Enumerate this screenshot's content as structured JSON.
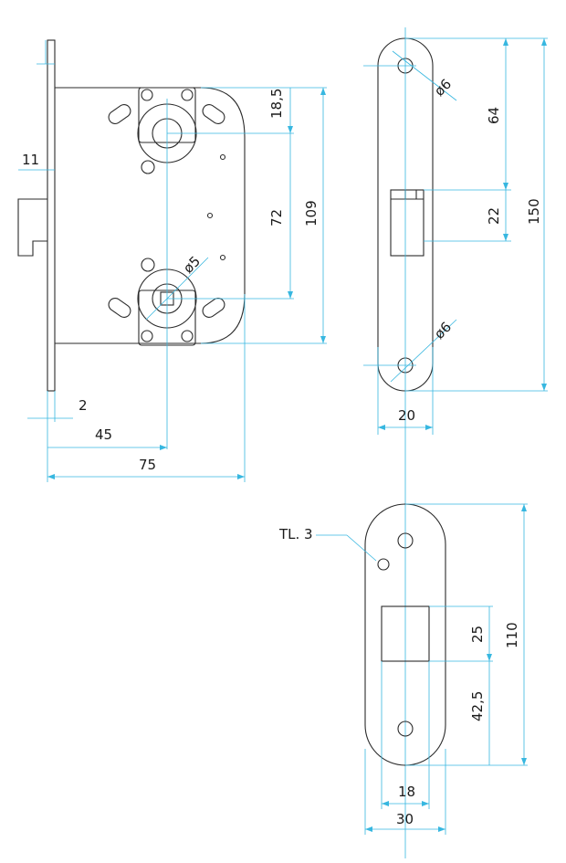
{
  "drawing": {
    "lock_body": {
      "dim_faceplate_thickness": "11",
      "dim_follower_hole_offset": "18,5",
      "dim_hole_spacing": "72",
      "dim_body_height": "109",
      "dim_spindle_diameter": "ø5",
      "dim_plate_offset": "2",
      "dim_backset": "45",
      "dim_body_depth": "75"
    },
    "faceplate": {
      "dim_top_hole_diameter": "ø6",
      "dim_top_to_latch": "64",
      "dim_latch_height": "22",
      "dim_total_height": "150",
      "dim_bottom_hole_diameter": "ø6",
      "dim_width": "20"
    },
    "strike_plate": {
      "label_part": "TL. 3",
      "dim_opening_height": "25",
      "dim_total_height": "110",
      "dim_opening_to_hole": "42,5",
      "dim_opening_width": "18",
      "dim_width": "30"
    }
  }
}
